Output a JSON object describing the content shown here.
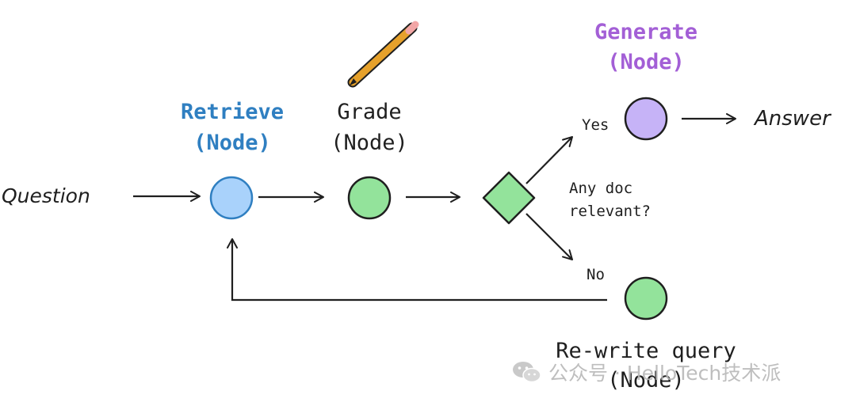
{
  "colors": {
    "ink": "#1f1f1f",
    "retrieve": "#2f7fc1",
    "retrieve_fill": "#a9d2fb",
    "green_fill": "#93e39b",
    "generate": "#a35fd6",
    "generate_fill": "#c6b3f7",
    "pencil": "#e6a12b",
    "watermark": "#b8b8b8"
  },
  "labels": {
    "question": "Question",
    "retrieve": "Retrieve",
    "retrieve_sub": "(Node)",
    "grade": "Grade",
    "grade_sub": "(Node)",
    "generate": "Generate",
    "generate_sub": "(Node)",
    "yes": "Yes",
    "no": "No",
    "decision_line1": "Any doc",
    "decision_line2": "relevant?",
    "answer": "Answer",
    "rewrite": "Re-write query",
    "rewrite_sub": "(Node)"
  },
  "watermark": {
    "text": "公众号 · HelloTech技术派",
    "icon": "wechat-icon"
  }
}
